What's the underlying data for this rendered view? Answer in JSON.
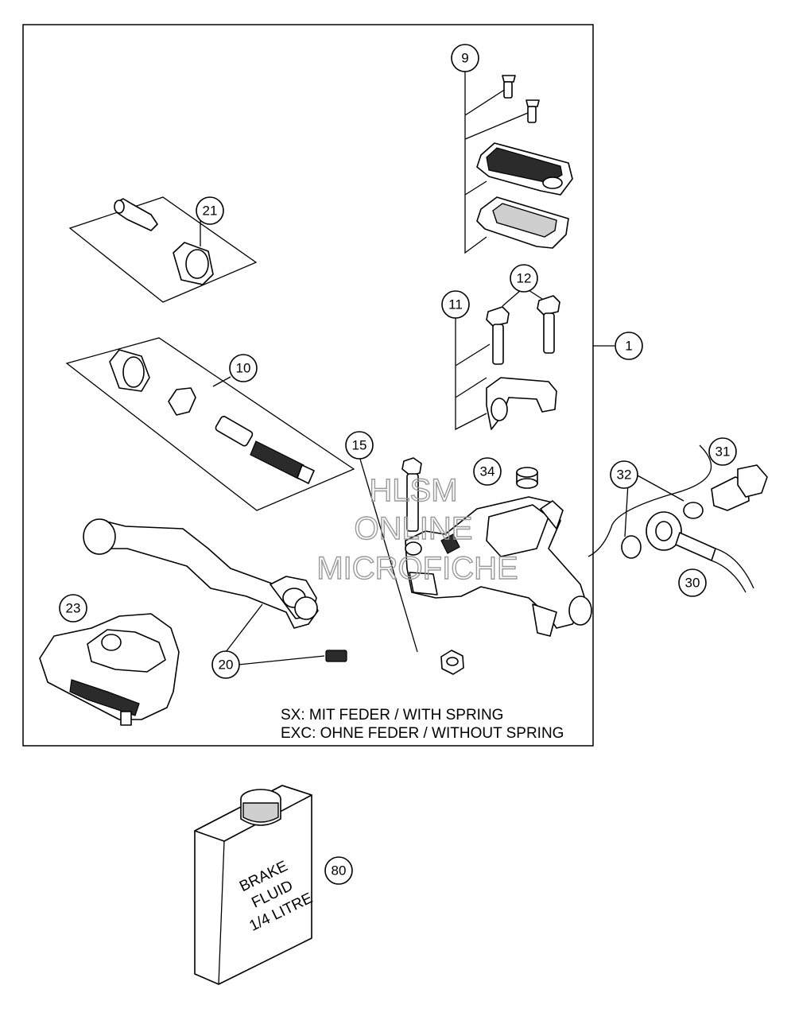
{
  "callouts": {
    "c1": "1",
    "c9": "9",
    "c10": "10",
    "c11": "11",
    "c12": "12",
    "c15": "15",
    "c20": "20",
    "c21": "21",
    "c23": "23",
    "c30": "30",
    "c31": "31",
    "c32": "32",
    "c34": "34",
    "c80": "80"
  },
  "notes": {
    "line1": "SX: MIT FEDER / WITH SPRING",
    "line2": "EXC: OHNE FEDER / WITHOUT SPRING"
  },
  "watermark": {
    "line1": "HLSM",
    "line2": "ONLINE",
    "line3": "MICROFICHE"
  },
  "fluid_label": {
    "line1": "BRAKE",
    "line2": "FLUID",
    "line3": "1/4 LITRE"
  }
}
